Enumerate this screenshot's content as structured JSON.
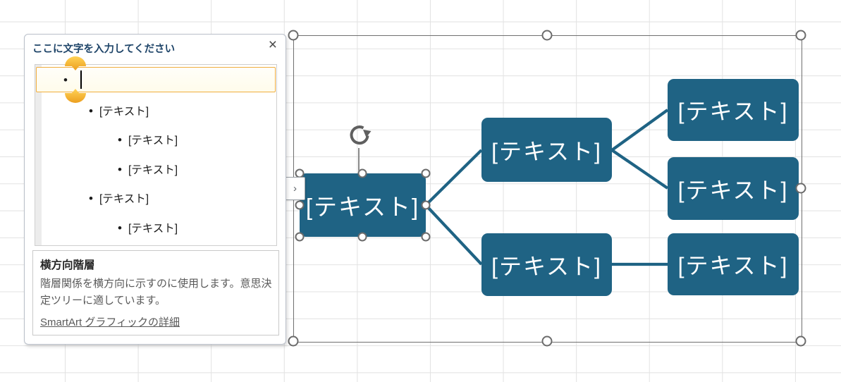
{
  "colors": {
    "accent_teal": "#1f6384",
    "selection_orange": "#f0ad3e",
    "grid_line": "#e2e2e2",
    "pane_title_navy": "#1f4569"
  },
  "text_pane": {
    "title": "ここに文字を入力してください",
    "close_icon": "×",
    "bullet": "•",
    "entries": [
      {
        "level": 1,
        "text": "",
        "selected": true
      },
      {
        "level": 2,
        "text": "[テキスト]",
        "selected": false
      },
      {
        "level": 3,
        "text": "[テキスト]",
        "selected": false
      },
      {
        "level": 3,
        "text": "[テキスト]",
        "selected": false
      },
      {
        "level": 2,
        "text": "[テキスト]",
        "selected": false
      },
      {
        "level": 3,
        "text": "[テキスト]",
        "selected": false
      }
    ],
    "info_title": "横方向階層",
    "info_description": "階層関係を横方向に示すのに使用します。意思決定ツリーに適しています。",
    "info_link": "SmartArt グラフィックの詳細"
  },
  "diagram": {
    "pane_toggle_chevron": "›",
    "nodes": [
      {
        "id": "root",
        "label": "[テキスト]"
      },
      {
        "id": "branch-top",
        "label": "[テキスト]"
      },
      {
        "id": "branch-bottom",
        "label": "[テキスト]"
      },
      {
        "id": "leaf-top",
        "label": "[テキスト]"
      },
      {
        "id": "leaf-middle",
        "label": "[テキスト]"
      },
      {
        "id": "leaf-bottom",
        "label": "[テキスト]"
      }
    ]
  }
}
